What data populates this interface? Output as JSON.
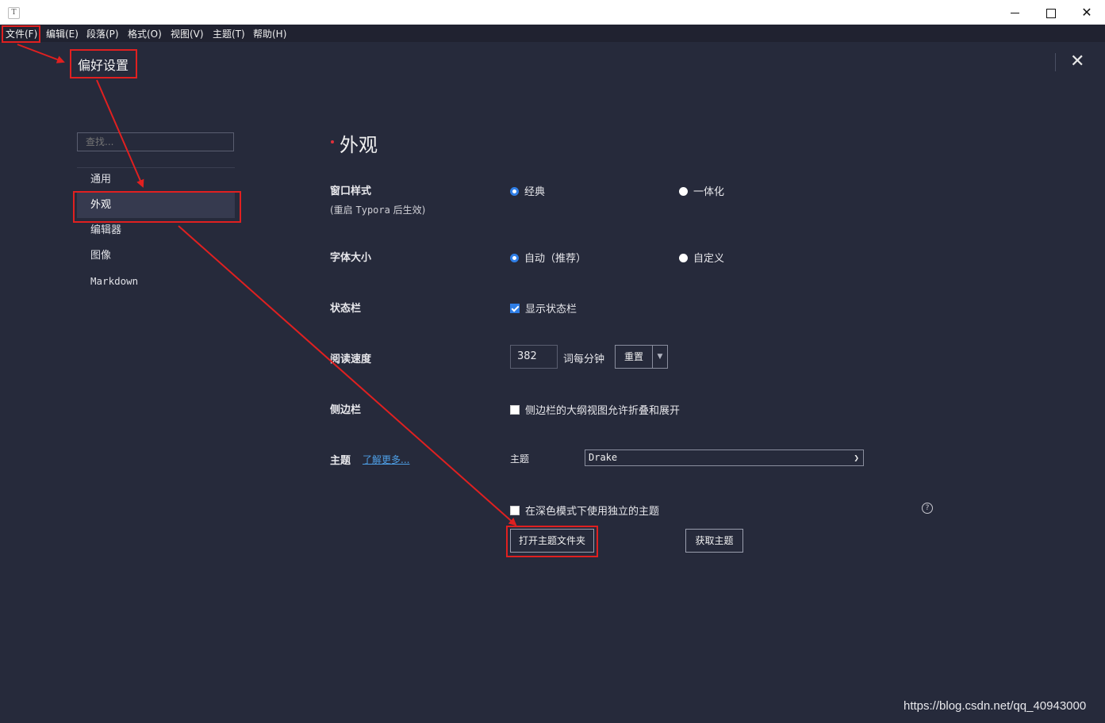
{
  "window": {
    "app_icon": "T",
    "controls": [
      "minimize-icon",
      "maximize-icon",
      "close-icon"
    ]
  },
  "menu": [
    "文件(F)",
    "编辑(E)",
    "段落(P)",
    "格式(O)",
    "视图(V)",
    "主题(T)",
    "帮助(H)"
  ],
  "prefs_title": "偏好设置",
  "search": {
    "placeholder": "查找..."
  },
  "nav": {
    "items": [
      "通用",
      "外观",
      "编辑器",
      "图像",
      "Markdown"
    ],
    "active": "外观"
  },
  "section_title": "外观",
  "settings": {
    "window_style": {
      "label": "窗口样式",
      "note_prefix": "(重启 ",
      "note_app": "Typora",
      "note_suffix": " 后生效)",
      "options": [
        "经典",
        "一体化"
      ],
      "selected": "经典"
    },
    "font_size": {
      "label": "字体大小",
      "options": [
        "自动（推荐）",
        "自定义"
      ],
      "selected": "自动（推荐）"
    },
    "status_bar": {
      "label": "状态栏",
      "checkbox": "显示状态栏",
      "checked": true
    },
    "reading_speed": {
      "label": "阅读速度",
      "value": "382",
      "unit": "词每分钟",
      "reset": "重置"
    },
    "sidebar": {
      "label": "侧边栏",
      "checkbox": "侧边栏的大纲视图允许折叠和展开",
      "checked": false
    },
    "theme": {
      "label": "主题",
      "learn_more": "了解更多...",
      "select_label": "主题",
      "selected": "Drake",
      "dark_checkbox": "在深色模式下使用独立的主题",
      "dark_checked": false,
      "open_folder": "打开主题文件夹",
      "get_themes": "获取主题"
    }
  },
  "watermark": "https://blog.csdn.net/qq_40943000",
  "colors": {
    "background": "#262a3b",
    "accent": "#2f7ee6",
    "annotation": "#e02020"
  }
}
